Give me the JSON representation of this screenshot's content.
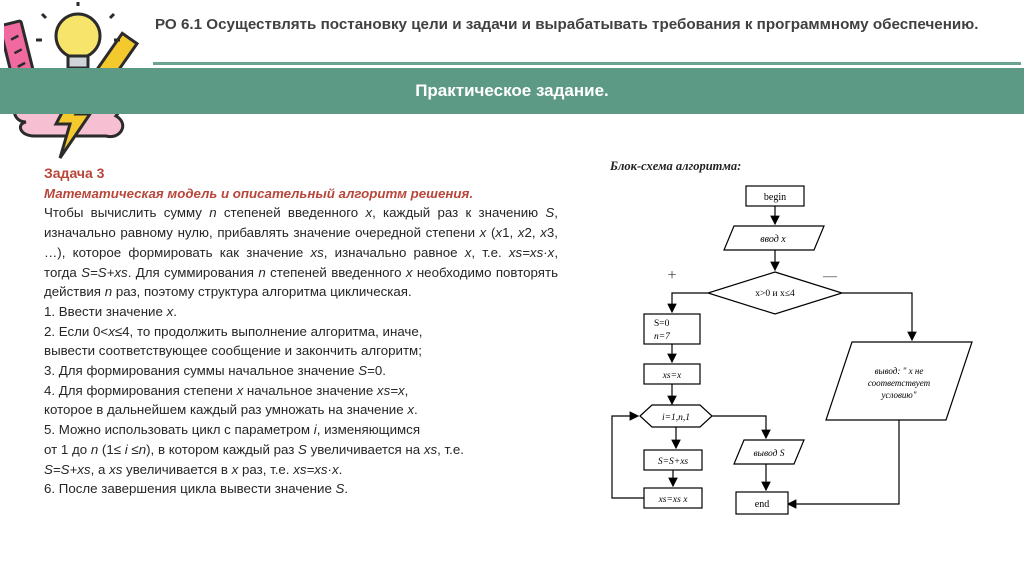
{
  "header": {
    "title": "РО 6.1 Осуществлять постановку цели и задачи и вырабатывать требования к программному обеспечению."
  },
  "banner": {
    "title": "Практическое задание."
  },
  "task": {
    "title": "Задача 3",
    "subtitle": "Математическая модель и описательный алгоритм решения.",
    "paragraph": [
      {
        "t": "Чтобы вычислить сумму "
      },
      {
        "t": "n",
        "i": true
      },
      {
        "t": " степеней введенного "
      },
      {
        "t": "x",
        "i": true
      },
      {
        "t": ", каждый раз к значению "
      },
      {
        "t": "S",
        "i": true
      },
      {
        "t": ", изначально равному нулю, прибавлять значение очередной степени "
      },
      {
        "t": "x",
        "i": true
      },
      {
        "t": " ("
      },
      {
        "t": "x",
        "i": true
      },
      {
        "t": "1, "
      },
      {
        "t": "x",
        "i": true
      },
      {
        "t": "2, "
      },
      {
        "t": "x",
        "i": true
      },
      {
        "t": "3, …), которое формировать как значение "
      },
      {
        "t": "xs",
        "i": true
      },
      {
        "t": ", изначально равное "
      },
      {
        "t": "x",
        "i": true
      },
      {
        "t": ", т.е. "
      },
      {
        "t": "xs=xs·x",
        "i": true
      },
      {
        "t": ", тогда "
      },
      {
        "t": "S=S+xs",
        "i": true
      },
      {
        "t": ". Для суммирования "
      },
      {
        "t": "n",
        "i": true
      },
      {
        "t": " степеней введенного "
      },
      {
        "t": "x",
        "i": true
      },
      {
        "t": " необходимо повторять действия "
      },
      {
        "t": "n",
        "i": true
      },
      {
        "t": " раз, поэтому структура алгоритма циклическая."
      }
    ],
    "steps": [
      [
        {
          "t": "1. Ввести значение "
        },
        {
          "t": "x",
          "i": true
        },
        {
          "t": "."
        }
      ],
      [
        {
          "t": "2. Если 0<"
        },
        {
          "t": "x",
          "i": true
        },
        {
          "t": "≤4, то продолжить выполнение алгоритма, иначе,"
        }
      ],
      [
        {
          "t": "вывести соответствующее сообщение и закончить алгоритм;"
        }
      ],
      [
        {
          "t": "3. Для формирования суммы начальное значение "
        },
        {
          "t": "S",
          "i": true
        },
        {
          "t": "=0."
        }
      ],
      [
        {
          "t": "4. Для формирования степени "
        },
        {
          "t": "x",
          "i": true
        },
        {
          "t": " начальное значение "
        },
        {
          "t": "xs=x",
          "i": true
        },
        {
          "t": ","
        }
      ],
      [
        {
          "t": "которое в дальнейшем каждый раз умножать на значение "
        },
        {
          "t": "x",
          "i": true
        },
        {
          "t": "."
        }
      ],
      [
        {
          "t": "5. Можно использовать цикл с параметром "
        },
        {
          "t": "i",
          "i": true
        },
        {
          "t": ", изменяющимся"
        }
      ],
      [
        {
          "t": "от 1 до "
        },
        {
          "t": "n",
          "i": true
        },
        {
          "t": " (1≤ "
        },
        {
          "t": "i",
          "i": true
        },
        {
          "t": " ≤"
        },
        {
          "t": "n",
          "i": true
        },
        {
          "t": "), в котором каждый раз "
        },
        {
          "t": "S",
          "i": true
        },
        {
          "t": " увеличивается на "
        },
        {
          "t": "xs",
          "i": true
        },
        {
          "t": ", т.е."
        }
      ],
      [
        {
          "t": "S=S+xs",
          "i": true
        },
        {
          "t": ", а "
        },
        {
          "t": "xs",
          "i": true
        },
        {
          "t": " увеличивается в "
        },
        {
          "t": "x",
          "i": true
        },
        {
          "t": " раз, т.е. "
        },
        {
          "t": "xs=xs·x",
          "i": true
        },
        {
          "t": "."
        }
      ],
      [
        {
          "t": "6. После завершения цикла вывести значение "
        },
        {
          "t": "S",
          "i": true
        },
        {
          "t": "."
        }
      ]
    ]
  },
  "flowchart": {
    "title": "Блок-схема алгоритма:",
    "begin": "begin",
    "input": "ввод x",
    "condition": "x>0 и x≤4",
    "plus": "+",
    "minus": "—",
    "init_s": "S=0",
    "init_n": "n=7",
    "init_xs": "xs=x",
    "loop": "i=1,n,1",
    "sum": "S=S+xs",
    "mult": "xs=xs x",
    "output_s": "вывод S",
    "error_line1": "вывод: \" x  не",
    "error_line2": "соответствует",
    "error_line3": "условию\"",
    "end": "end"
  },
  "colors": {
    "accent": "#5d9a85",
    "heading_red": "#b8463a"
  }
}
